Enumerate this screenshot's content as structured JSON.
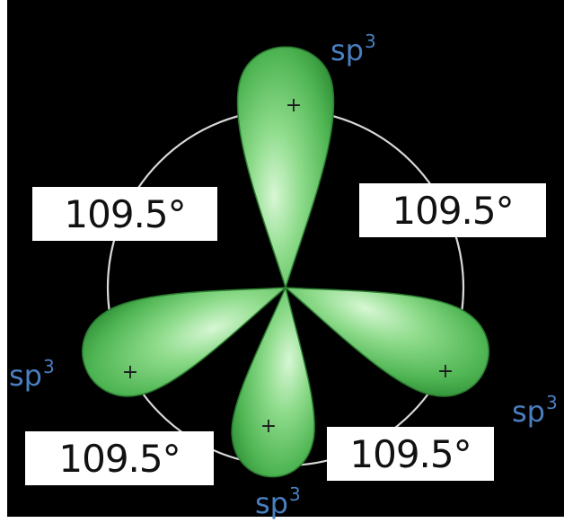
{
  "colors": {
    "background": "#000000",
    "lobe_light": "#bfeebc",
    "lobe_mid": "#5cc15c",
    "lobe_dark": "#2f8f35",
    "circle": "#d9d9d9",
    "label_text": "#4a7fc0"
  },
  "angles": [
    {
      "value": "109.5°"
    },
    {
      "value": "109.5°"
    },
    {
      "value": "109.5°"
    },
    {
      "value": "109.5°"
    }
  ],
  "orbitals": [
    {
      "label": "sp",
      "superscript": "3",
      "phase": "+"
    },
    {
      "label": "sp",
      "superscript": "3",
      "phase": "+"
    },
    {
      "label": "sp",
      "superscript": "3",
      "phase": "+"
    },
    {
      "label": "sp",
      "superscript": "3",
      "phase": "+"
    }
  ]
}
